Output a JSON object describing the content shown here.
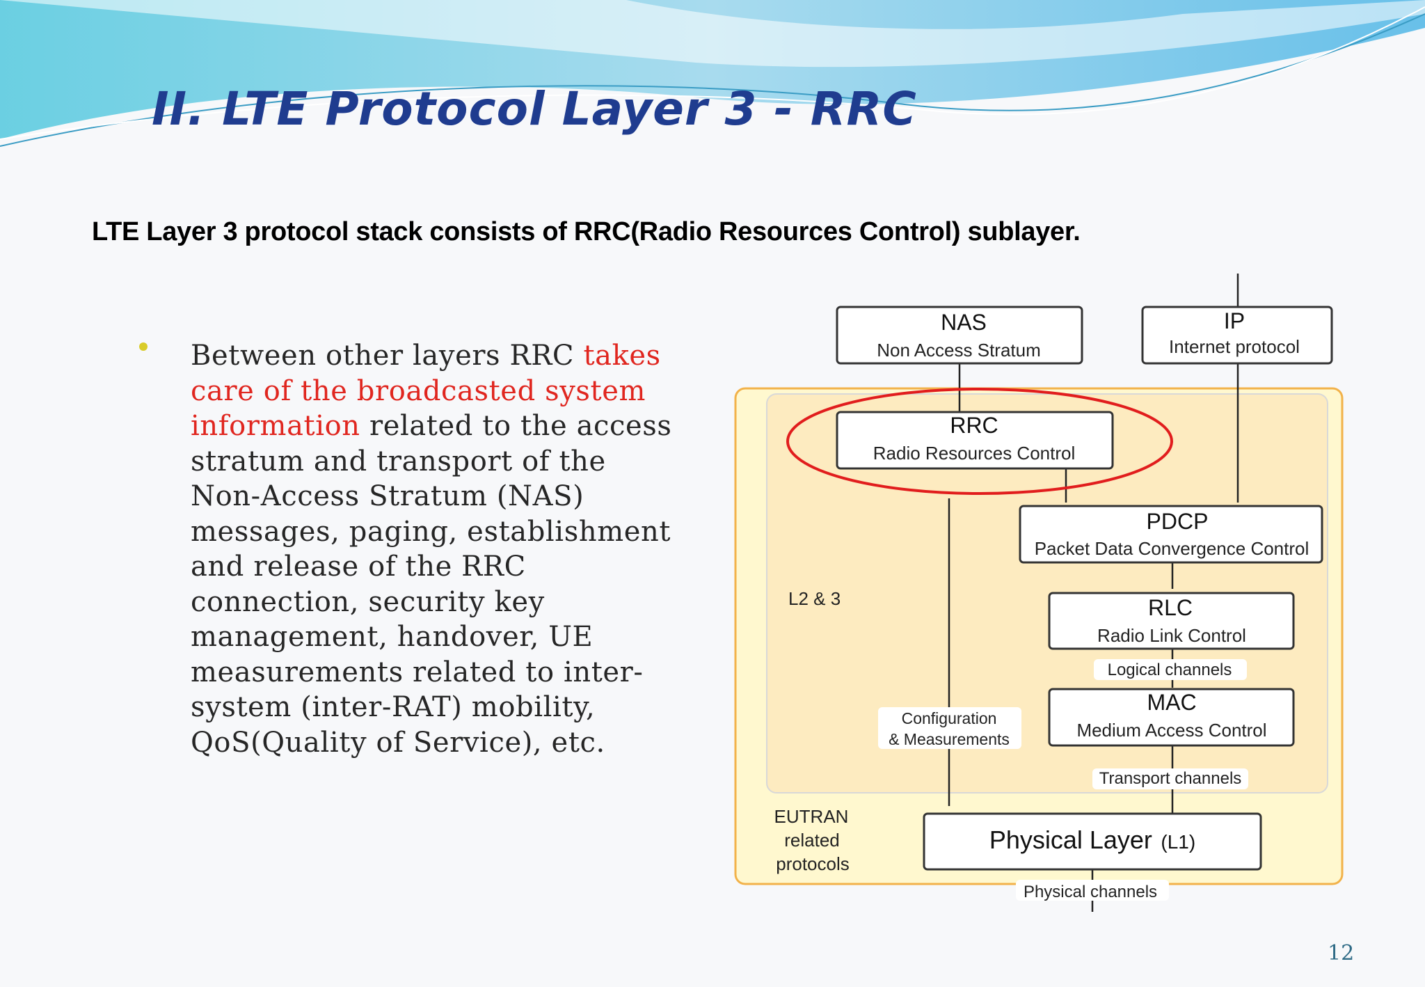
{
  "slide": {
    "title": "II. LTE Protocol Layer 3 - RRC",
    "subtitle": "LTE Layer 3 protocol stack consists of RRC(Radio Resources Control) sublayer.",
    "page_number": "12"
  },
  "bullet": {
    "text_1": "Between other layers RRC ",
    "highlight": "takes care of the broadcasted system information",
    "text_2": " related to the access stratum and transport of the Non-Access Stratum (NAS) messages, paging, establishment and release of the RRC connection, security key management, handover, UE measurements related to inter-system (inter-RAT) mobility, QoS(Quality of Service), etc."
  },
  "colors": {
    "title": "#1f3c8f",
    "highlight": "#e0261f",
    "eutran_fill": "#fff8cf",
    "eutran_border": "#f2b24a",
    "rrc_ellipse": "#e11d1d"
  },
  "diagram": {
    "nas": {
      "name": "NAS",
      "desc": "Non Access Stratum"
    },
    "ip": {
      "name": "IP",
      "desc": "Internet protocol"
    },
    "rrc": {
      "name": "RRC",
      "desc": "Radio Resources Control"
    },
    "pdcp": {
      "name": "PDCP",
      "desc": "Packet Data Convergence Control"
    },
    "rlc": {
      "name": "RLC",
      "desc": "Radio Link Control"
    },
    "mac": {
      "name": "MAC",
      "desc": "Medium Access Control"
    },
    "phy": {
      "name": "Physical Layer",
      "suffix": "(L1)"
    },
    "l23_label": "L2 & 3",
    "config_line1": "Configuration",
    "config_line2": "& Measurements",
    "logical_channels": "Logical channels",
    "transport_channels": "Transport channels",
    "physical_channels": "Physical channels",
    "eutran_line1": "EUTRAN",
    "eutran_line2": "related",
    "eutran_line3": "protocols"
  }
}
